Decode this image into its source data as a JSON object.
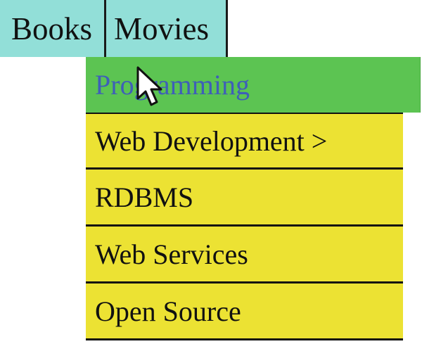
{
  "menubar": {
    "items": [
      {
        "label": "Books"
      },
      {
        "label": "Movies"
      }
    ],
    "background_color": "#92dfd8"
  },
  "submenu": {
    "items": [
      {
        "label": "Programming",
        "state": "hovered"
      },
      {
        "label": "Web Development >"
      },
      {
        "label": "RDBMS"
      },
      {
        "label": "Web Services"
      },
      {
        "label": "Open Source"
      }
    ],
    "item_color": "#ece233",
    "highlight_color": "#5cc452",
    "highlight_text_color": "#3e5fb8"
  },
  "cursor": {
    "icon": "mouse-pointer-icon"
  }
}
